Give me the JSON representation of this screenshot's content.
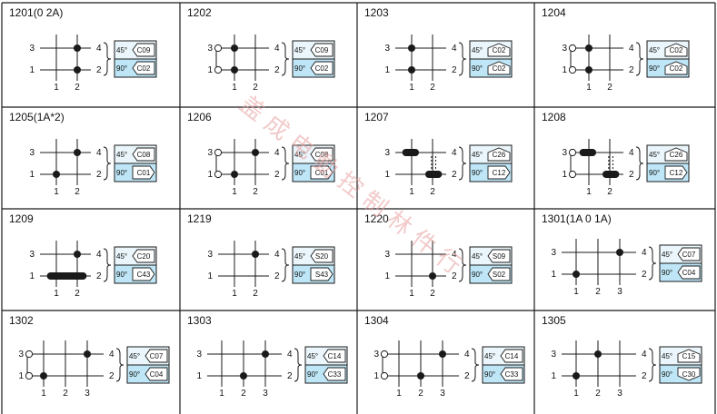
{
  "colors": {
    "grid": "#1a1a1a",
    "panel_fill": "#bfe6f6",
    "panel_stroke": "#1a1a1a",
    "watermark": "#e8a0a0"
  },
  "watermark_text": "盖 成 电 動 控 制 林 件 行",
  "cells": [
    {
      "id": "1201(0 2A)",
      "cols": 2,
      "bridge": false,
      "dots": [
        {
          "c": 2,
          "r": 0,
          "t": "dot"
        },
        {
          "c": 2,
          "r": 1,
          "t": "dot"
        }
      ],
      "bars": [],
      "hv": "",
      "rows": [
        {
          "deg": "45°",
          "code": "C09",
          "shape": "left"
        },
        {
          "deg": "90°",
          "code": "C02",
          "shape": "left"
        }
      ]
    },
    {
      "id": "1202",
      "cols": 2,
      "bridge": true,
      "dots": [
        {
          "c": 0,
          "r": 0,
          "t": "ring"
        },
        {
          "c": 0,
          "r": 1,
          "t": "ring"
        },
        {
          "c": 1,
          "r": 0,
          "t": "dot"
        },
        {
          "c": 1,
          "r": 1,
          "t": "dot"
        }
      ],
      "bars": [],
      "hv": "",
      "rows": [
        {
          "deg": "45°",
          "code": "C09",
          "shape": "left"
        },
        {
          "deg": "90°",
          "code": "C02",
          "shape": "left"
        }
      ]
    },
    {
      "id": "1203",
      "cols": 2,
      "bridge": false,
      "dots": [
        {
          "c": 1,
          "r": 0,
          "t": "dot"
        },
        {
          "c": 1,
          "r": 1,
          "t": "dot"
        }
      ],
      "bars": [],
      "hv": "",
      "rows": [
        {
          "deg": "45°",
          "code": "C02",
          "shape": "up"
        },
        {
          "deg": "90°",
          "code": "C02",
          "shape": "up"
        }
      ]
    },
    {
      "id": "1204",
      "cols": 2,
      "bridge": true,
      "dots": [
        {
          "c": 0,
          "r": 0,
          "t": "ring"
        },
        {
          "c": 0,
          "r": 1,
          "t": "ring"
        },
        {
          "c": 1,
          "r": 0,
          "t": "dot"
        },
        {
          "c": 1,
          "r": 1,
          "t": "dot"
        }
      ],
      "bars": [],
      "hv": "",
      "rows": [
        {
          "deg": "45°",
          "code": "C02",
          "shape": "up"
        },
        {
          "deg": "90°",
          "code": "C02",
          "shape": "up"
        }
      ]
    },
    {
      "id": "1205(1A*2)",
      "cols": 2,
      "bridge": false,
      "dots": [
        {
          "c": 2,
          "r": 0,
          "t": "dot"
        },
        {
          "c": 1,
          "r": 1,
          "t": "dot"
        }
      ],
      "bars": [],
      "hv": "",
      "rows": [
        {
          "deg": "45°",
          "code": "C08",
          "shape": "left"
        },
        {
          "deg": "90°",
          "code": "C01",
          "shape": "right"
        }
      ]
    },
    {
      "id": "1206",
      "cols": 2,
      "bridge": true,
      "dots": [
        {
          "c": 0,
          "r": 0,
          "t": "ring"
        },
        {
          "c": 0,
          "r": 1,
          "t": "ring"
        },
        {
          "c": 2,
          "r": 0,
          "t": "dot"
        },
        {
          "c": 1,
          "r": 1,
          "t": "dot"
        }
      ],
      "bars": [],
      "hv": "",
      "rows": [
        {
          "deg": "45°",
          "code": "C08",
          "shape": "left"
        },
        {
          "deg": "90°",
          "code": "C01",
          "shape": "right"
        }
      ]
    },
    {
      "id": "1207",
      "cols": 2,
      "bridge": false,
      "dots": [],
      "bars": [
        {
          "r": 0,
          "a": 0.55,
          "b": 1.35
        },
        {
          "r": 1,
          "a": 1.65,
          "b": 2.45
        }
      ],
      "hv": "dashed",
      "rows": [
        {
          "deg": "45°",
          "code": "C26",
          "shape": "up"
        },
        {
          "deg": "90°",
          "code": "C12",
          "shape": "right"
        }
      ]
    },
    {
      "id": "1208",
      "cols": 2,
      "bridge": true,
      "dots": [
        {
          "c": 0,
          "r": 0,
          "t": "ring"
        },
        {
          "c": 0,
          "r": 1,
          "t": "ring"
        }
      ],
      "bars": [
        {
          "r": 0,
          "a": 0.55,
          "b": 1.35
        },
        {
          "r": 1,
          "a": 1.65,
          "b": 2.45
        }
      ],
      "hv": "dashed",
      "rows": [
        {
          "deg": "45°",
          "code": "C26",
          "shape": "up"
        },
        {
          "deg": "90°",
          "code": "C12",
          "shape": "right"
        }
      ]
    },
    {
      "id": "1209",
      "cols": 2,
      "bridge": false,
      "dots": [
        {
          "c": 2,
          "r": 0,
          "t": "dot"
        }
      ],
      "bars": [
        {
          "r": 1,
          "a": 0.55,
          "b": 2.45
        }
      ],
      "hv": "",
      "rows": [
        {
          "deg": "45°",
          "code": "C20",
          "shape": "left"
        },
        {
          "deg": "90°",
          "code": "C43",
          "shape": "right"
        }
      ]
    },
    {
      "id": "1219",
      "cols": 2,
      "bridge": false,
      "dots": [
        {
          "c": 2,
          "r": 0,
          "t": "dot"
        }
      ],
      "bars": [],
      "hv": "",
      "rows": [
        {
          "deg": "45°",
          "code": "S20",
          "shape": "left"
        },
        {
          "deg": "90°",
          "code": "S43",
          "shape": "right"
        }
      ]
    },
    {
      "id": "1220",
      "cols": 2,
      "bridge": false,
      "dots": [
        {
          "c": 2,
          "r": 1,
          "t": "dot"
        }
      ],
      "bars": [],
      "hv": "",
      "rows": [
        {
          "deg": "45°",
          "code": "S09",
          "shape": "left"
        },
        {
          "deg": "90°",
          "code": "S02",
          "shape": "left"
        }
      ]
    },
    {
      "id": "1301(1A 0 1A)",
      "cols": 3,
      "bridge": false,
      "dots": [
        {
          "c": 3,
          "r": 0,
          "t": "dot"
        },
        {
          "c": 1,
          "r": 1,
          "t": "dot"
        }
      ],
      "bars": [],
      "hv": "",
      "rows": [
        {
          "deg": "45°",
          "code": "C07",
          "shape": "left"
        },
        {
          "deg": "90°",
          "code": "C04",
          "shape": "left"
        }
      ]
    },
    {
      "id": "1302",
      "cols": 3,
      "bridge": true,
      "dots": [
        {
          "c": 0,
          "r": 0,
          "t": "ring"
        },
        {
          "c": 0,
          "r": 1,
          "t": "ring"
        },
        {
          "c": 3,
          "r": 0,
          "t": "dot"
        },
        {
          "c": 1,
          "r": 1,
          "t": "dot"
        }
      ],
      "bars": [],
      "hv": "",
      "rows": [
        {
          "deg": "45°",
          "code": "C07",
          "shape": "left"
        },
        {
          "deg": "90°",
          "code": "C04",
          "shape": "left"
        }
      ]
    },
    {
      "id": "1303",
      "cols": 3,
      "bridge": false,
      "dots": [
        {
          "c": 3,
          "r": 0,
          "t": "dot"
        },
        {
          "c": 2,
          "r": 1,
          "t": "dot"
        }
      ],
      "bars": [],
      "hv": "",
      "rows": [
        {
          "deg": "45°",
          "code": "C14",
          "shape": "left"
        },
        {
          "deg": "90°",
          "code": "C33",
          "shape": "left"
        }
      ]
    },
    {
      "id": "1304",
      "cols": 3,
      "bridge": true,
      "dots": [
        {
          "c": 0,
          "r": 0,
          "t": "ring"
        },
        {
          "c": 0,
          "r": 1,
          "t": "ring"
        },
        {
          "c": 3,
          "r": 0,
          "t": "dot"
        },
        {
          "c": 2,
          "r": 1,
          "t": "dot"
        }
      ],
      "bars": [],
      "hv": "",
      "rows": [
        {
          "deg": "45°",
          "code": "C14",
          "shape": "left"
        },
        {
          "deg": "90°",
          "code": "C33",
          "shape": "left"
        }
      ]
    },
    {
      "id": "1305",
      "cols": 3,
      "bridge": false,
      "dots": [
        {
          "c": 2,
          "r": 0,
          "t": "dot"
        },
        {
          "c": 1,
          "r": 1,
          "t": "dot"
        }
      ],
      "bars": [],
      "hv": "",
      "rows": [
        {
          "deg": "45°",
          "code": "C15",
          "shape": "up"
        },
        {
          "deg": "90°",
          "code": "C30",
          "shape": "down"
        }
      ]
    }
  ]
}
